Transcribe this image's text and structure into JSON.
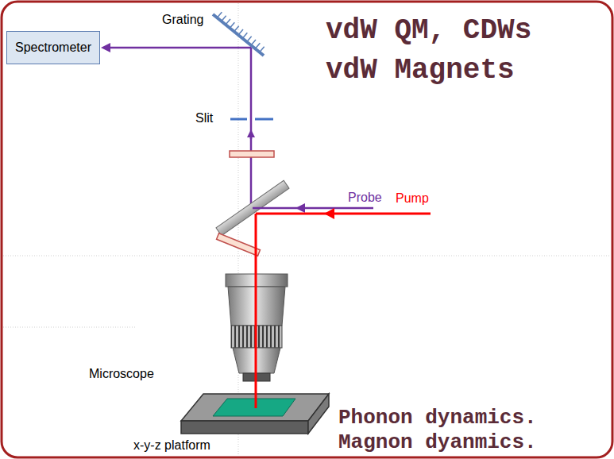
{
  "diagram": {
    "nodes": [
      {
        "text": [
          "Spectrometer"
        ]
      }
    ],
    "labels": [
      "Grating",
      "Slit",
      "Probe",
      "Pump",
      "Microscope",
      "x-y-z platform",
      "vdW QM, CDWs",
      "vdW Magnets",
      "Phonon dynamics.",
      "Magnon dyanmics."
    ]
  }
}
